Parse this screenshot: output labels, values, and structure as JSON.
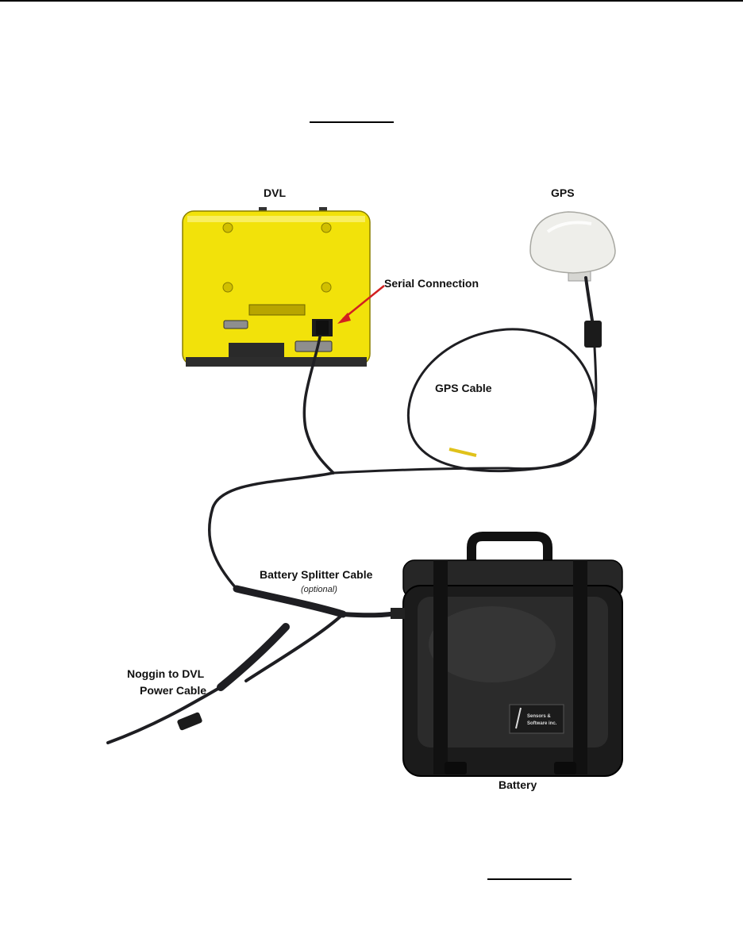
{
  "figure": {
    "labels": {
      "dvl": "DVL",
      "gps": "GPS",
      "serial_connection": "Serial Connection",
      "gps_cable": "GPS Cable",
      "battery_splitter_cable": "Battery Splitter Cable",
      "optional": "(optional)",
      "noggin_line1": "Noggin to DVL",
      "noggin_line2": "Power Cable",
      "battery": "Battery",
      "case_logo_line1": "Sensors &",
      "case_logo_line2": "Software inc."
    },
    "colors": {
      "dvl_body": "#f2e20a",
      "gps_dome": "#eeeeea",
      "battery_case": "#1b1b1b",
      "cable": "#1e1e22",
      "cable_band": "#e0c21a",
      "arrow": "#d22020"
    }
  }
}
